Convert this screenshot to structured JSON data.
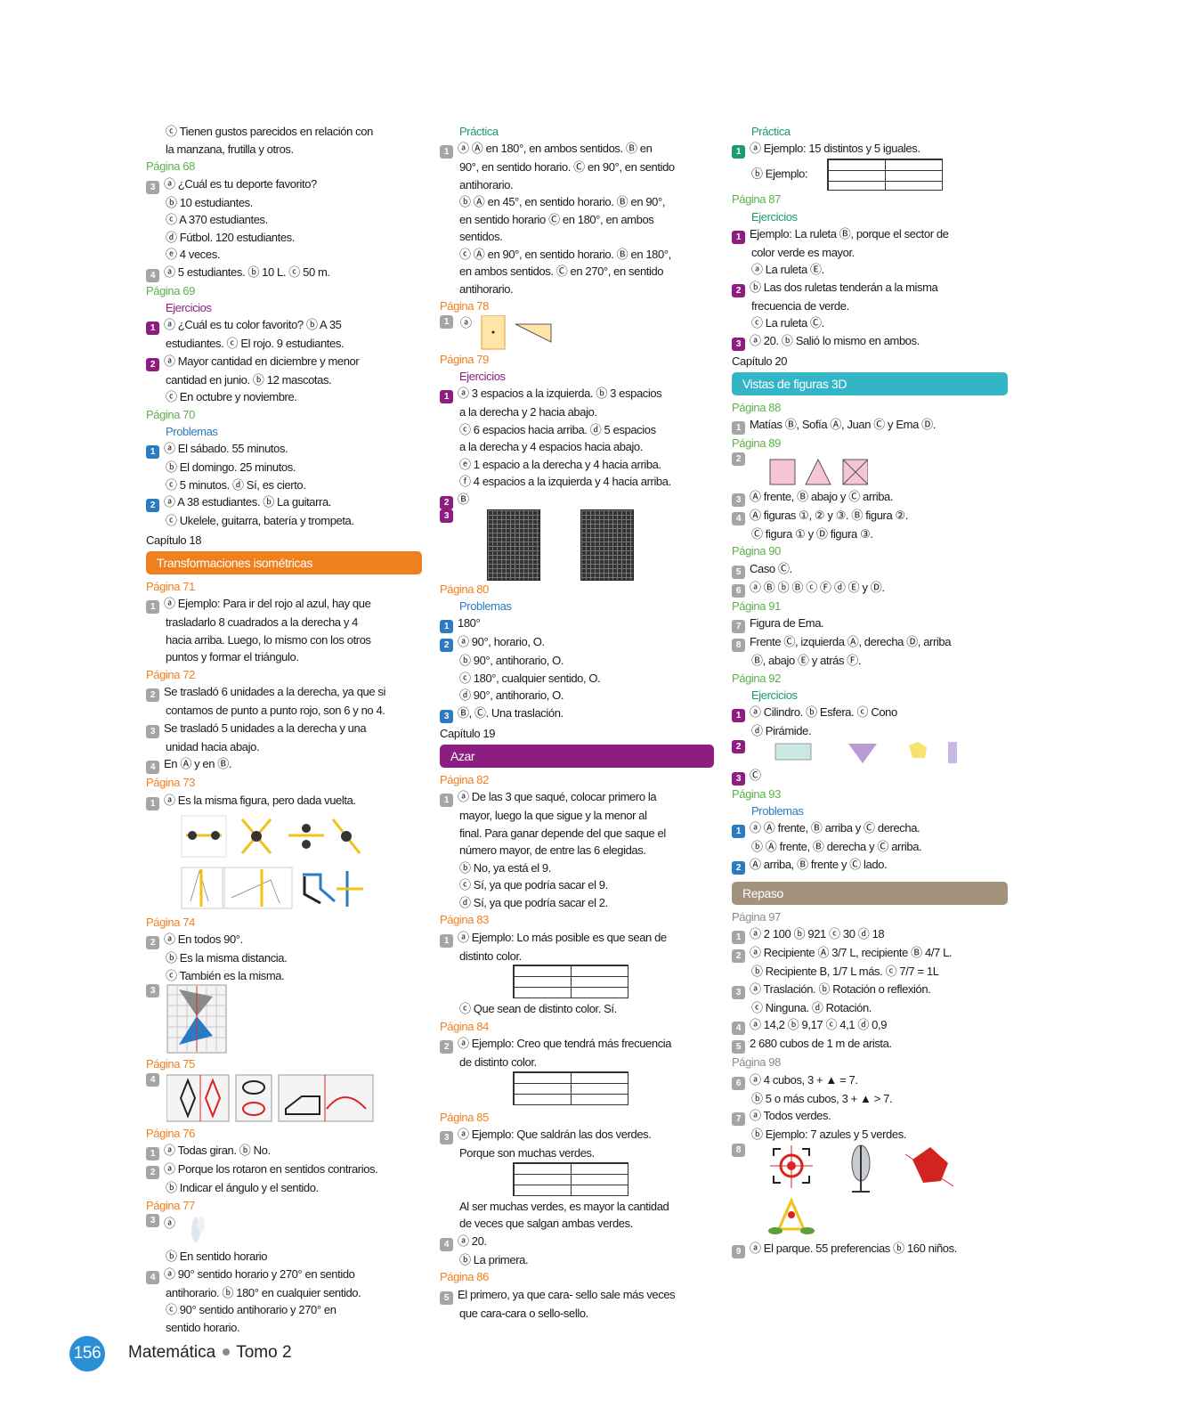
{
  "col1": {
    "l1": "ⓒ Tienen gustos parecidos en relación con",
    "l2": "la manzana, frutilla y otros.",
    "p68": "Página 68",
    "l3": "ⓐ ¿Cuál es tu deporte favorito?",
    "l4": "ⓑ 10 estudiantes.",
    "l5": "ⓒ A 370 estudiantes.",
    "l6": "ⓓ Fútbol. 120 estudiantes.",
    "l7": "ⓔ 4 veces.",
    "l8": "ⓐ 5 estudiantes.   ⓑ 10 L.   ⓒ 50 m.",
    "p69": "Página 69",
    "ej": "Ejercicios",
    "l9": "ⓐ ¿Cuál es tu color favorito?   ⓑ A 35",
    "l10": "estudiantes.   ⓒ El rojo. 9 estudiantes.",
    "l11": "ⓐ Mayor cantidad en diciembre y menor",
    "l12": "cantidad en junio.   ⓑ 12 mascotas.",
    "l13": "ⓒ En octubre y noviembre.",
    "p70": "Página 70",
    "prob": "Problemas",
    "l14": "ⓐ El sábado. 55 minutos.",
    "l15": "ⓑ El domingo. 25 minutos.",
    "l16": "ⓒ 5 minutos.   ⓓ Sí, es cierto.",
    "l17": "ⓐ A 38 estudiantes.   ⓑ La guitarra.",
    "l18": "ⓒ Ukelele, guitarra, batería y trompeta.",
    "chap18": "Capítulo 18",
    "bar18": "Transformaciones isométricas",
    "p71": "Página 71",
    "l19": "ⓐ Ejemplo: Para ir del rojo al azul, hay que",
    "l20": "trasladarlo 8 cuadrados a la derecha y 4",
    "l21": "hacia arriba. Luego, lo mismo con los otros",
    "l22": "puntos y formar el triángulo.",
    "p72": "Página 72",
    "l23": "Se trasladó 6 unidades a la derecha, ya que si",
    "l24": "contamos de punto a punto rojo, son 6 y no 4.",
    "l25": "Se trasladó 5 unidades a la derecha y una",
    "l26": "unidad hacia abajo.",
    "l27": "En Ⓐ y en Ⓑ.",
    "p73": "Página 73",
    "l28": "ⓐ Es la misma figura, pero dada vuelta.",
    "p74": "Página 74",
    "l29": "ⓐ En todos 90°.",
    "l30": "ⓑ Es la misma distancia.",
    "l31": "ⓒ También es la misma.",
    "p75": "Página 75",
    "p76": "Página 76",
    "l32": "ⓐ Todas giran.   ⓑ No.",
    "l33": "ⓐ Porque los rotaron en sentidos contrarios.",
    "l34": "ⓑ Indicar el ángulo y el sentido.",
    "p77": "Página 77",
    "l35": "ⓐ",
    "l36": "ⓑ En sentido horario",
    "l37": "ⓐ 90° sentido horario y 270° en sentido",
    "l38": "antihorario.   ⓑ 180° en cualquier sentido.",
    "l39": "ⓒ 90° sentido antihorario y 270° en",
    "l40": "sentido horario."
  },
  "col2": {
    "pract": "Práctica",
    "l1": "ⓐ Ⓐ en 180°, en ambos sentidos. Ⓑ en",
    "l2": "90°, en sentido horario. Ⓒ en 90°, en sentido",
    "l3": "antihorario.",
    "l4": "ⓑ Ⓐ en 45°, en sentido horario. Ⓑ en 90°,",
    "l5": "en sentido horario  Ⓒ en 180°, en ambos",
    "l6": "sentidos.",
    "l7": "ⓒ Ⓐ en 90°, en sentido horario. Ⓑ en 180°,",
    "l8": "en ambos sentidos. Ⓒ en 270°, en sentido",
    "l9": "antihorario.",
    "p78": "Página 78",
    "p79": "Página 79",
    "ej": "Ejercicios",
    "l10": "ⓐ 3 espacios a la izquierda.   ⓑ 3 espacios",
    "l11": "a la derecha y 2 hacia abajo.",
    "l12": "ⓒ 6 espacios hacia arriba.   ⓓ 5 espacios",
    "l13": "a la derecha y 4 espacios hacia abajo.",
    "l14": "ⓔ 1 espacio a la derecha y 4 hacia arriba.",
    "l15": "ⓕ 4 espacios a la izquierda y 4 hacia arriba.",
    "l16": "Ⓑ",
    "p80": "Página 80",
    "prob": "Problemas",
    "l17": "180°",
    "l18": "ⓐ 90°, horario, O.",
    "l19": "ⓑ 90°, antihorario, O.",
    "l20": "ⓒ 180°, cualquier sentido, O.",
    "l21": "ⓓ 90°, antihorario, O.",
    "l22": "Ⓑ, Ⓒ. Una traslación.",
    "chap19": "Capítulo 19",
    "bar19": "Azar",
    "p82": "Página 82",
    "l23": "ⓐ De las 3 que saqué, colocar primero la",
    "l24": "mayor, luego la que sigue y la menor al",
    "l25": "final. Para ganar depende del que saque el",
    "l26": "número mayor, de entre las 6 elegidas.",
    "l27": "ⓑ No, ya está el 9.",
    "l28": "ⓒ Sí, ya que podría sacar el 9.",
    "l29": "ⓓ Sí, ya que podría sacar el 2.",
    "p83": "Página 83",
    "l30": "ⓐ Ejemplo: Lo más posible es que sean de",
    "l31": "distinto color.",
    "l32": "ⓒ Que sean de distinto color. Sí.",
    "p84": "Página 84",
    "l33": "ⓐ Ejemplo: Creo que tendrá más frecuencia",
    "l34": "de distinto color.",
    "p85": "Página 85",
    "l35": "ⓐ Ejemplo: Que saldrán las dos verdes.",
    "l36": "Porque son muchas verdes.",
    "l37": "Al ser muchas verdes, es mayor la cantidad",
    "l38": "de veces que salgan ambas verdes.",
    "l39": "ⓐ 20.",
    "l40": "ⓑ La primera.",
    "p86": "Página 86",
    "l41": "El primero, ya que cara- sello sale más veces",
    "l42": "que cara-cara o sello-sello."
  },
  "col3": {
    "pract": "Práctica",
    "l1": "ⓐ Ejemplo: 15 distintos y 5 iguales.",
    "l2": "ⓑ Ejemplo:",
    "p87": "Página 87",
    "ej": "Ejercicios",
    "l3": "Ejemplo: La ruleta Ⓑ, porque el sector de",
    "l4": "color verde es mayor.",
    "l5": "ⓐ La ruleta Ⓔ.",
    "l6": "ⓑ Las dos ruletas tenderán a la misma",
    "l7": "frecuencia de verde.",
    "l8": "ⓒ La ruleta Ⓒ.",
    "l9": "ⓐ 20.   ⓑ Salió lo mismo en ambos.",
    "chap20": "Capítulo 20",
    "bar20": "Vistas de figuras 3D",
    "p88": "Página 88",
    "l10": "Matías Ⓑ, Sofía Ⓐ, Juan Ⓒ y Ema Ⓓ.",
    "p89": "Página 89",
    "l11": "Ⓐ frente, Ⓑ abajo y Ⓒ arriba.",
    "l12": "Ⓐ figuras ①, ② y ③. Ⓑ figura ②.",
    "l13": "Ⓒ figura ① y Ⓓ figura ③.",
    "p90": "Página 90",
    "l14": "Caso Ⓒ.",
    "l15": "ⓐ Ⓑ   ⓑ Ⓑ   ⓒ Ⓕ   ⓓ Ⓔ y Ⓓ.",
    "p91": "Página 91",
    "l16": "Figura de Ema.",
    "l17": "Frente Ⓒ, izquierda Ⓐ, derecha Ⓓ, arriba",
    "l18": "Ⓑ, abajo Ⓔ y atrás Ⓕ.",
    "p92": "Página 92",
    "ej2": "Ejercicios",
    "l19": "ⓐ Cilindro.   ⓑ Esfera.   ⓒ Cono",
    "l20": "ⓓ Pirámide.",
    "l21": "Ⓒ",
    "p93": "Página 93",
    "prob": "Problemas",
    "l22": "ⓐ Ⓐ frente, Ⓑ arriba y Ⓒ derecha.",
    "l23": "ⓑ Ⓐ frente, Ⓑ derecha y Ⓒ arriba.",
    "l24": "Ⓐ arriba, Ⓑ frente y Ⓒ lado.",
    "bar_rep": "Repaso",
    "p97": "Página 97",
    "l25": "ⓐ 2 100   ⓑ 921   ⓒ 30   ⓓ 18",
    "l26": "ⓐ Recipiente Ⓐ 3/7 L, recipiente Ⓑ 4/7 L.",
    "l27": "ⓑ Recipiente B, 1/7 L más.   ⓒ 7/7 = 1L",
    "l28": "ⓐ Traslación.   ⓑ Rotación o reflexión.",
    "l29": "ⓒ Ninguna.   ⓓ Rotación.",
    "l30": "ⓐ 14,2   ⓑ 9,17   ⓒ 4,1   ⓓ 0,9",
    "l31": "2 680 cubos de 1 m de arista.",
    "p98": "Página 98",
    "l32": "ⓐ 4 cubos, 3 + ▲ = 7.",
    "l33": "ⓑ 5 o más cubos, 3 + ▲ > 7.",
    "l34": "ⓐ Todos verdes.",
    "l35": "ⓑ Ejemplo: 7 azules y 5 verdes.",
    "l36": "ⓐ El parque. 55 preferencias   ⓑ 160 niños."
  },
  "footer": {
    "page": "156",
    "subject": "Matemática",
    "tomo": "Tomo 2"
  }
}
